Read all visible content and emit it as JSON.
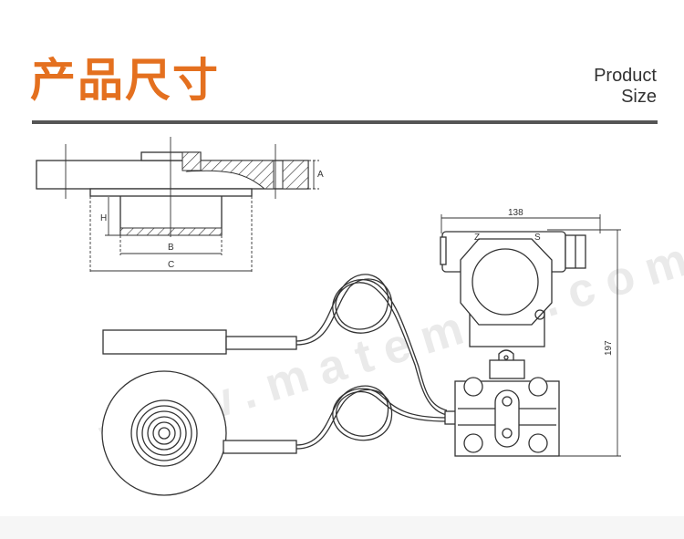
{
  "header": {
    "title": "产品尺寸",
    "subtitle_line1": "Product",
    "subtitle_line2": "Size"
  },
  "colors": {
    "accent": "#e4701f",
    "rule": "#555555",
    "line": "#333333"
  },
  "flange_drawing": {
    "labels": {
      "a": "A",
      "h": "H",
      "b": "B",
      "c": "C"
    }
  },
  "transmitter_drawing": {
    "width_dim": "138",
    "height_dim": "197",
    "terminal_z": "Z",
    "terminal_s": "S"
  },
  "watermark": "www.matemro.com"
}
